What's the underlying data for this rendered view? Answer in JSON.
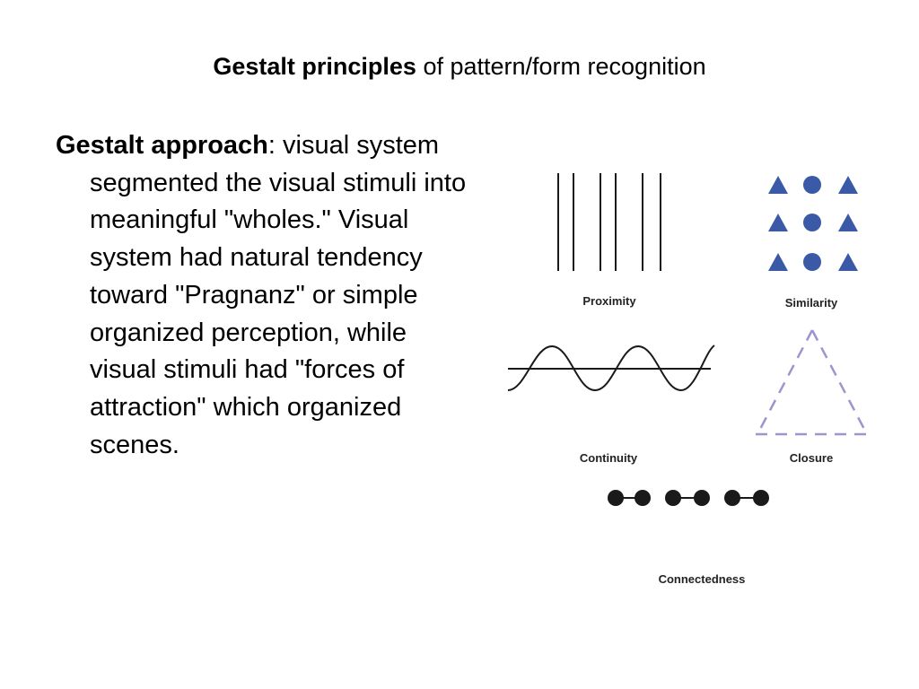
{
  "slide": {
    "title_bold": "Gestalt principles",
    "title_rest": " of pattern/form recognition"
  },
  "body": {
    "term": "Gestalt approach",
    "text": ": visual system segmented the visual stimuli into meaningful \"wholes.\" Visual system had natural tendency toward \"Pragnanz\" or simple organized perception, while visual stimuli had \"forces of attraction\" which organized scenes."
  },
  "figure": {
    "labels": {
      "proximity": "Proximity",
      "similarity": "Similarity",
      "continuity": "Continuity",
      "closure": "Closure",
      "connectedness": "Connectedness"
    },
    "colors": {
      "shape_blue": "#3a5aa8",
      "line_dark": "#1a1a1a",
      "dash_purple": "#9d95d0"
    }
  }
}
